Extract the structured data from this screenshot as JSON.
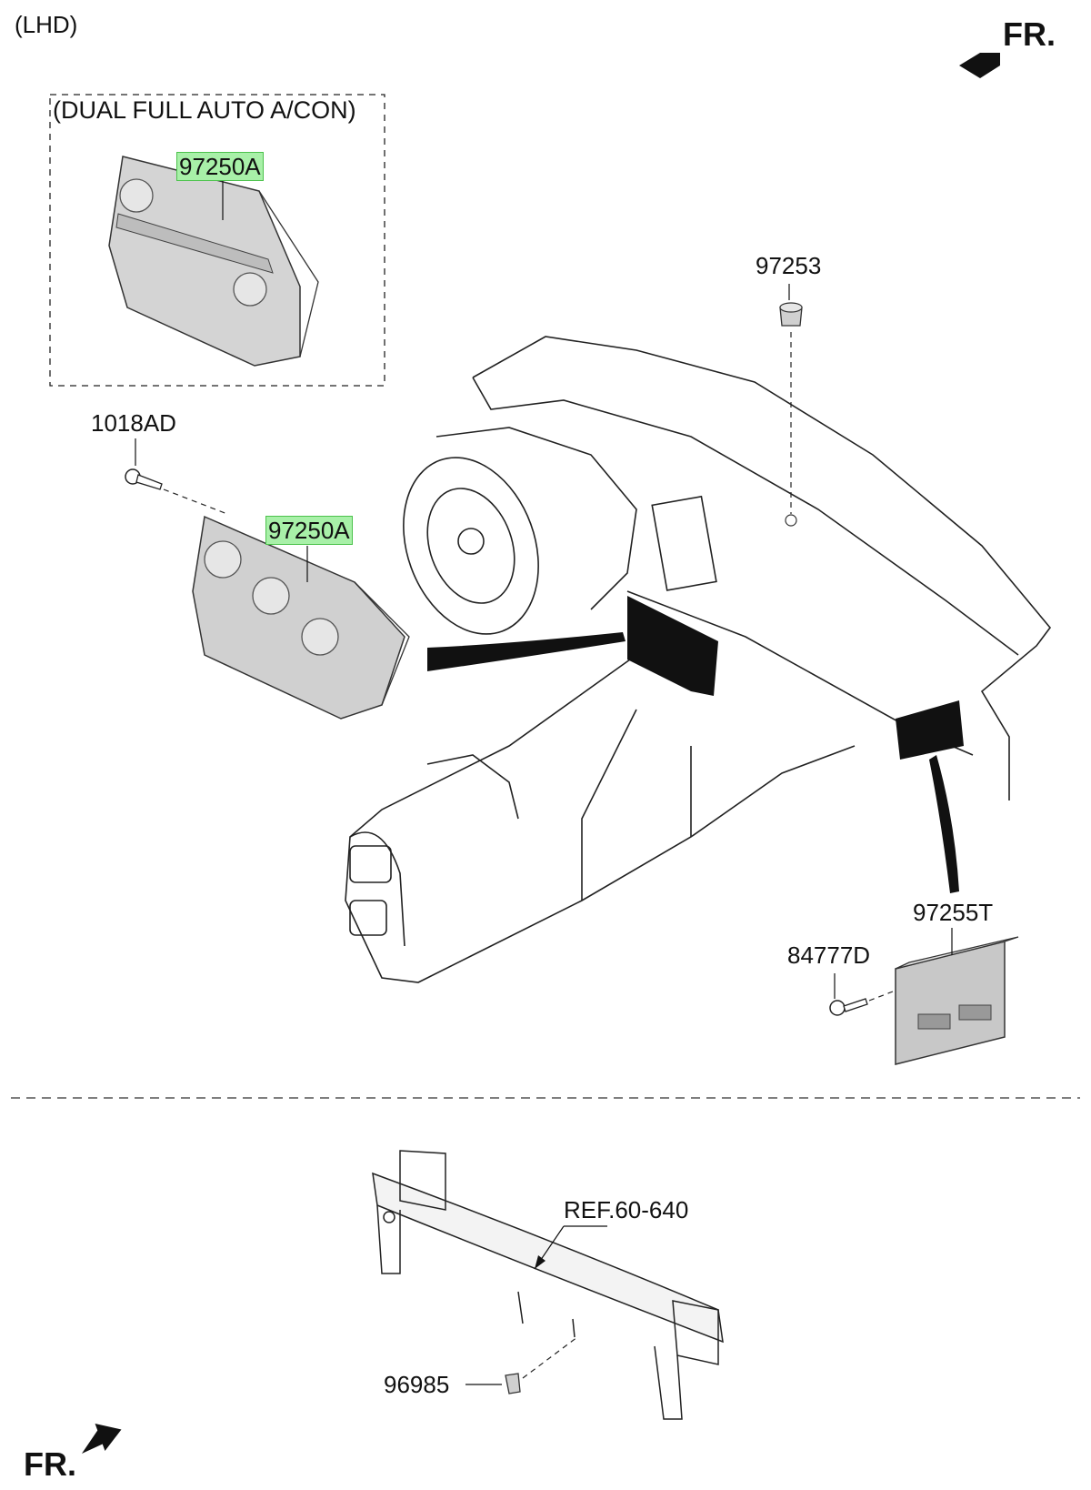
{
  "header": {
    "variant": "(LHD)",
    "direction_top": "FR."
  },
  "box": {
    "title": "(DUAL FULL AUTO A/CON)",
    "part_top": "97250A"
  },
  "parts": {
    "screw_top": "1018AD",
    "module_main": "97250A",
    "plug": "97253",
    "unit": "97255T",
    "screw_unit": "84777D",
    "ref": "REF.60-640",
    "clip": "96985"
  },
  "footer": {
    "direction_bottom": "FR."
  },
  "colors": {
    "highlight": "#a8f0a8",
    "line": "#111111",
    "part_fill": "#cfcfcf"
  }
}
